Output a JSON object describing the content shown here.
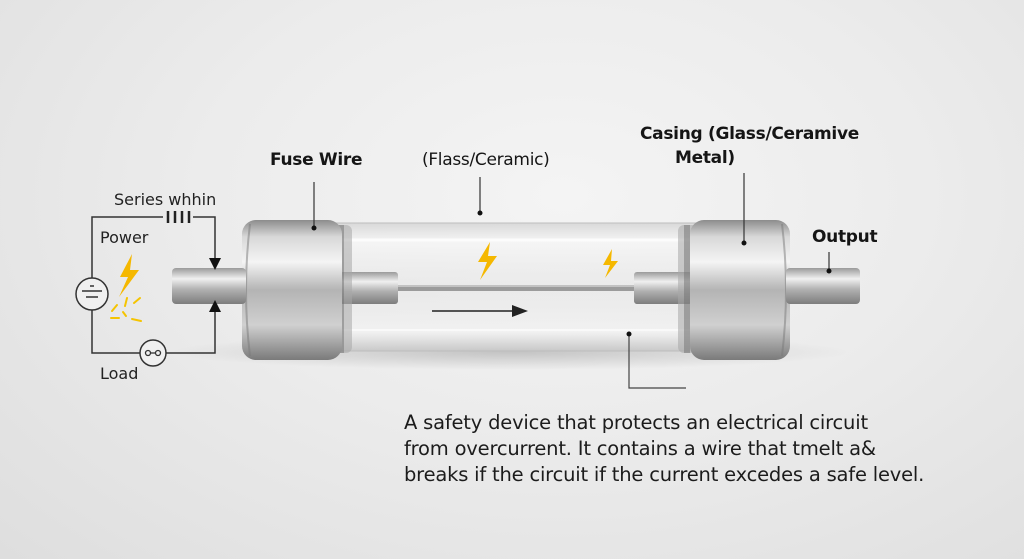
{
  "title": "Fuse diagram",
  "labels": {
    "fuse_wire": "Fuse Wire",
    "glass_ceramic": "(Flass/Ceramic)",
    "casing_line1": "Casing (Glass/Ceramive",
    "casing_line2": "Metal)",
    "output": "Output",
    "series": "Series whhin",
    "power": "Power",
    "load": "Load"
  },
  "description": {
    "line1": "A safety device that protects an electrical circuit",
    "line2": "from overcurrent. It contains a wire that tmelt a&",
    "line3": "breaks if the circuit if the current excedes a safe level."
  },
  "icons": [
    "ground-source-icon",
    "lightning-bolt-icon",
    "spark-icon",
    "load-resistor-icon",
    "battery-cells-icon",
    "current-direction-arrow-icon"
  ],
  "colors": {
    "accent_lightning": "#f5b800",
    "metal": "#b8b8b8",
    "text": "#151515",
    "background": "#ececec"
  }
}
